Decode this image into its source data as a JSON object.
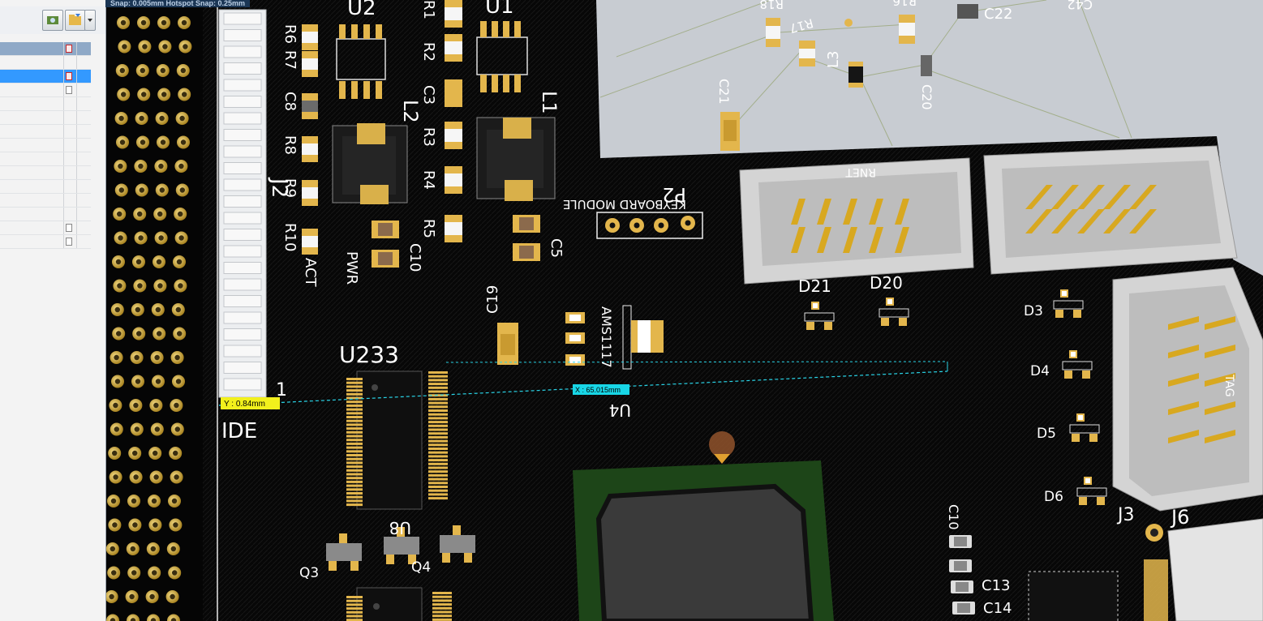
{
  "status_bar": {
    "snap_text": "Snap: 0.005mm Hotspot Snap: 0.25mm"
  },
  "measure": {
    "y_readout": "Y : 0.84mm",
    "x_readout": "X : 65.015mm"
  },
  "project_panel": {
    "rows": [
      {
        "state": "header",
        "doc": "red"
      },
      {
        "state": "normal",
        "doc": ""
      },
      {
        "state": "selected",
        "doc": "red"
      },
      {
        "state": "normal",
        "doc": "grey"
      },
      {
        "state": "normal",
        "doc": ""
      },
      {
        "state": "normal",
        "doc": ""
      },
      {
        "state": "normal",
        "doc": ""
      },
      {
        "state": "normal",
        "doc": ""
      },
      {
        "state": "normal",
        "doc": ""
      },
      {
        "state": "normal",
        "doc": ""
      },
      {
        "state": "normal",
        "doc": ""
      },
      {
        "state": "normal",
        "doc": ""
      },
      {
        "state": "normal",
        "doc": ""
      },
      {
        "state": "normal",
        "doc": "grey"
      },
      {
        "state": "normal",
        "doc": "grey"
      }
    ]
  },
  "designators": {
    "r6": "R6",
    "r7": "R7",
    "c8": "C8",
    "r8": "R8",
    "r9": "R9",
    "r10": "R10",
    "act": "ACT",
    "u2": "U2",
    "u1": "U1",
    "r1": "R1",
    "r2": "R2",
    "c3": "C3",
    "r3": "R3",
    "r4": "R4",
    "r5": "R5",
    "l2": "L2",
    "l1": "L1",
    "pwr": "PWR",
    "c10": "C10",
    "c5": "C5",
    "j2": "J2",
    "ide": "IDE",
    "pin1": "1",
    "p2": "P2",
    "keyboard_module": "KEYBOARD MODULE",
    "r18": "R18",
    "r17": "R17",
    "r16": "R16",
    "c22": "C22",
    "c42": "C42",
    "l3": "L3",
    "c20": "C20",
    "c21": "C21",
    "ethernet": "RNET",
    "d21": "D21",
    "d20": "D20",
    "d3": "D3",
    "d4": "D4",
    "d5": "D5",
    "d6": "D6",
    "jtag": "TAG",
    "c19": "C19",
    "ams1117": "AMS1117",
    "u233": "U233",
    "u4": "U4",
    "q3": "Q3",
    "q4": "Q4",
    "u8": "U8",
    "c10b": "C10",
    "c13": "C13",
    "c14": "C14",
    "j3": "J3",
    "j6": "J6"
  },
  "colors": {
    "board": "#060606",
    "pad": "#e3b64c",
    "silk": "#ffffff",
    "backdrop": "#c8ccd2",
    "connector": "#d0d0d0",
    "measure_line": "#29d3e6",
    "measure_label_y": "#f2f01c",
    "measure_label_x": "#18d6e6"
  },
  "icons": [
    "refresh-icon",
    "folder-open-icon",
    "dropdown-arrow-icon",
    "document-icon",
    "location-pin-icon"
  ]
}
